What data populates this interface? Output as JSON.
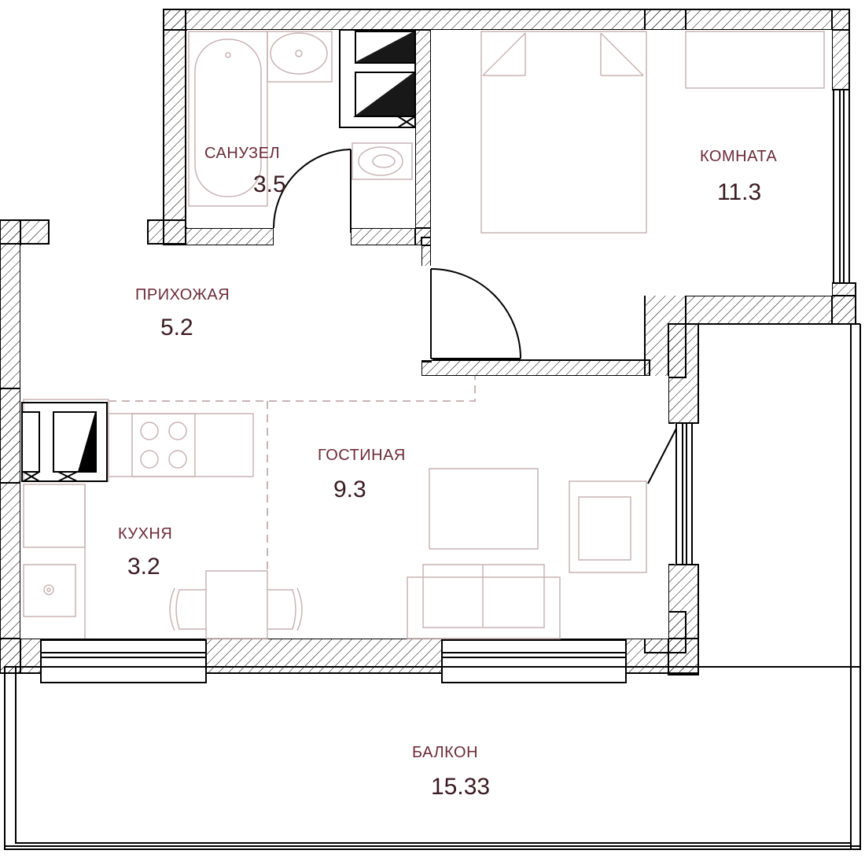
{
  "colors": {
    "wall": "#000000",
    "hatch": "#000000",
    "furniture": "#c9b3b6",
    "label": "#6b2b3a",
    "area": "#3a1a22",
    "background": "#ffffff"
  },
  "rooms": [
    {
      "id": "bathroom",
      "name": "САНУЗЕЛ",
      "area": "3.5"
    },
    {
      "id": "room",
      "name": "КОМНАТА",
      "area": "11.3"
    },
    {
      "id": "hallway",
      "name": "ПРИХОЖАЯ",
      "area": "5.2"
    },
    {
      "id": "living",
      "name": "ГОСТИНАЯ",
      "area": "9.3"
    },
    {
      "id": "kitchen",
      "name": "КУХНЯ",
      "area": "3.2"
    },
    {
      "id": "balcony",
      "name": "БАЛКОН",
      "area": "15.33"
    }
  ]
}
